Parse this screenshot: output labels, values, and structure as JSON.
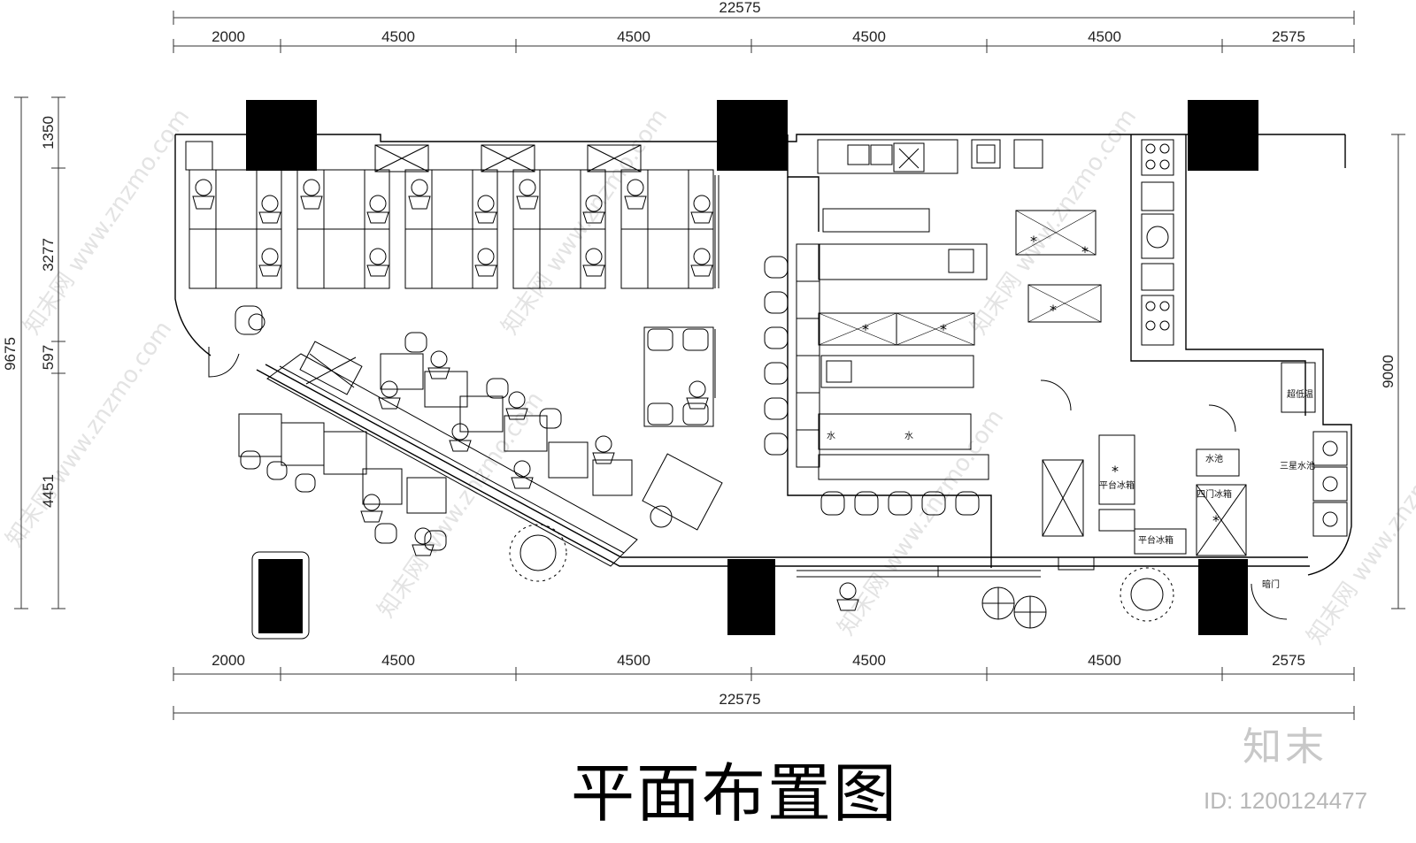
{
  "title": "平面布置图",
  "brand": {
    "logo_text": "知末",
    "id_text": "ID: 1200124477"
  },
  "dimensions": {
    "top_total": "22575",
    "top_segments": [
      "2000",
      "4500",
      "4500",
      "4500",
      "4500",
      "2575"
    ],
    "bottom_segments": [
      "2000",
      "4500",
      "4500",
      "4500",
      "4500",
      "2575"
    ],
    "bottom_total": "22575",
    "left_total": "9675",
    "left_segments": [
      "1350",
      "3277",
      "597",
      "4451"
    ],
    "right_total": "9000"
  },
  "room_labels": {
    "ultra_low_temp": "超低温",
    "triple_sink": "三星水池",
    "flat_fridge_1": "平台冰箱",
    "flat_fridge_2": "平台冰箱",
    "four_door_fridge": "四门冰箱",
    "hidden_door": "暗门",
    "water_1": "水",
    "water_2": "水",
    "sink_small": "水池"
  },
  "watermark": "知末网 www.znzmo.com"
}
